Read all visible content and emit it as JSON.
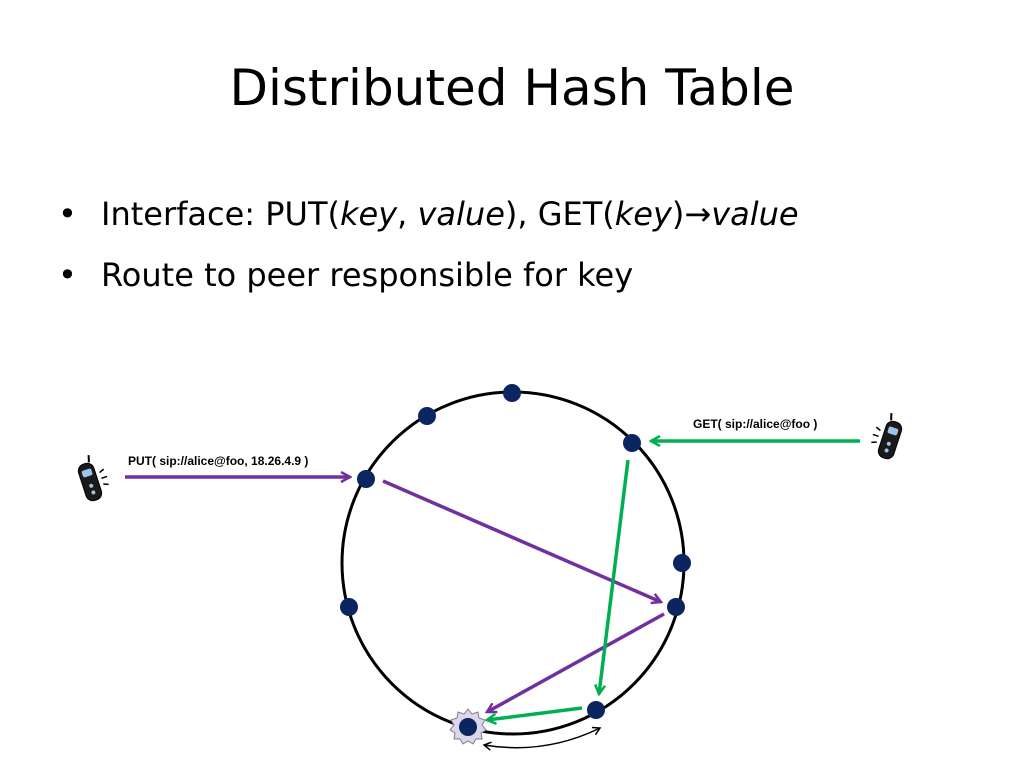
{
  "title": "Distributed Hash Table",
  "bullets": [
    {
      "id": "interface",
      "parts": [
        {
          "text": "Interface: PUT(",
          "italic": false
        },
        {
          "text": "key",
          "italic": true
        },
        {
          "text": ", ",
          "italic": false
        },
        {
          "text": "value",
          "italic": true
        },
        {
          "text": "), GET(",
          "italic": false
        },
        {
          "text": "key",
          "italic": true
        },
        {
          "text": ")→",
          "italic": false
        },
        {
          "text": "value",
          "italic": true
        }
      ]
    },
    {
      "id": "route",
      "parts": [
        {
          "text": "Route to peer responsible for key",
          "italic": false
        }
      ]
    }
  ],
  "bullet_glyph": "•",
  "labels": {
    "put": "PUT( sip://alice@foo, 18.26.4.9 )",
    "get": "GET( sip://alice@foo )"
  },
  "colors": {
    "node": "#0b2560",
    "put_arrow": "#7030a0",
    "get_arrow": "#00b050",
    "ring": "#000000",
    "gear_fill": "#ddd6ea"
  },
  "icons": {
    "left_client": "phone-icon",
    "right_client": "phone-icon",
    "responsible_peer": "gear-icon"
  }
}
